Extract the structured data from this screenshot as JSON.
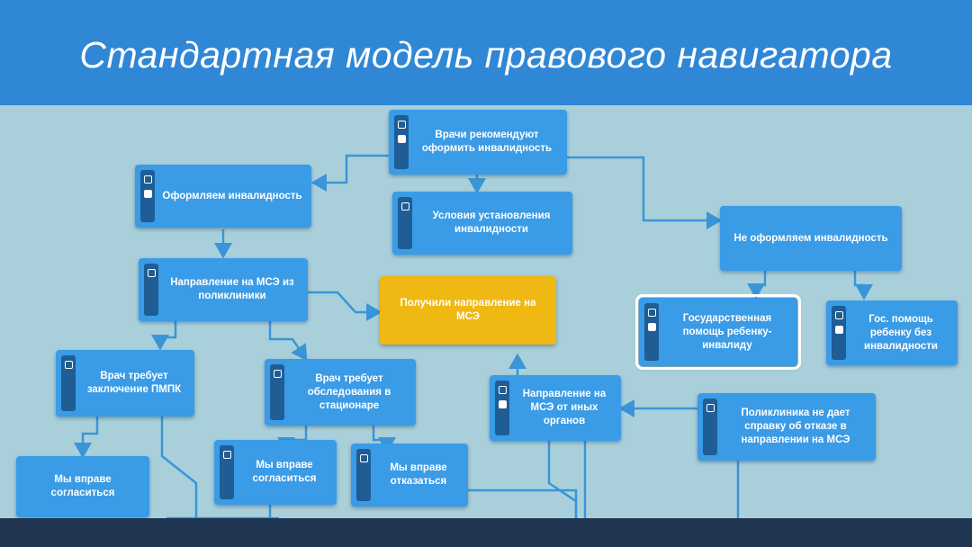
{
  "slide": {
    "title": "Стандартная модель правового навигатора"
  },
  "nodes": {
    "doctors_recommend": "Врачи рекомендуют оформить инвалидность",
    "register_disability": "Оформляем инвалидность",
    "conditions": "Условия установления инвалидности",
    "not_register": "Не оформляем инвалидность",
    "referral_clinic": "Направление на МСЭ из поликлиники",
    "received_referral": "Получили направление на МСЭ",
    "state_help_disabled": "Государственная помощь ребенку-инвалиду",
    "state_help_no_disability": "Гос. помощь ребенку без инвалидности",
    "doctor_pmpk": "Врач требует заключение ПМПК",
    "doctor_hospital": "Врач требует обследования в стационаре",
    "referral_other": "Направление на МСЭ от иных органов",
    "clinic_refuses": "Поликлиника не дает справку об отказе в направлении на МСЭ",
    "agree_1": "Мы вправе согласиться",
    "agree_2": "Мы вправе согласиться",
    "refuse": "Мы вправе отказаться"
  },
  "colors": {
    "header": "#2f87d6",
    "canvas": "#a9d0da",
    "node": "#3a9be6",
    "node_highlight": "#efb812",
    "connector": "#3a95d8",
    "footer": "#1f3552"
  }
}
